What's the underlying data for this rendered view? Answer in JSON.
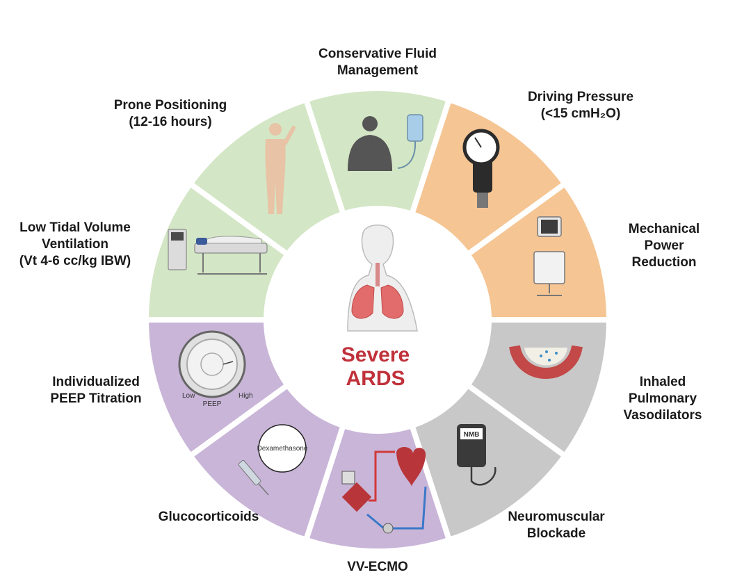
{
  "center": {
    "title_line1": "Severe",
    "title_line2": "ARDS"
  },
  "colors": {
    "green": "#d3e6c5",
    "orange": "#f5c594",
    "gray": "#c8c8c8",
    "purple": "#c9b5d8",
    "title_red": "#c0313a",
    "gap": "#ffffff"
  },
  "segments": [
    {
      "id": "conservative-fluid",
      "lines": [
        "Conservative Fluid",
        "Management"
      ],
      "color": "green",
      "icon": "person-iv-drip-icon"
    },
    {
      "id": "driving-pressure",
      "lines": [
        "Driving Pressure",
        "(<15 cmH₂O)"
      ],
      "color": "orange",
      "icon": "pressure-gauge-icon"
    },
    {
      "id": "mechanical-power",
      "lines": [
        "Mechanical",
        "Power",
        "Reduction"
      ],
      "color": "orange",
      "icon": "ventilator-machine-icon"
    },
    {
      "id": "inhaled-vasodilators",
      "lines": [
        "Inhaled",
        "Pulmonary",
        "Vasodilators"
      ],
      "color": "gray",
      "icon": "blood-vessel-icon"
    },
    {
      "id": "neuromuscular-blockade",
      "lines": [
        "Neuromuscular",
        "Blockade"
      ],
      "color": "gray",
      "icon": "nmb-iv-bag-icon"
    },
    {
      "id": "vv-ecmo",
      "lines": [
        "VV-ECMO"
      ],
      "color": "purple",
      "icon": "ecmo-circuit-icon"
    },
    {
      "id": "glucocorticoids",
      "lines": [
        "Glucocorticoids"
      ],
      "color": "purple",
      "icon": "syringe-icon",
      "icon_text": "Dexamethasone"
    },
    {
      "id": "peep-titration",
      "lines": [
        "Individualized",
        "PEEP Titration"
      ],
      "color": "purple",
      "icon": "peep-dial-icon",
      "dial": {
        "label": "PEEP",
        "low": "Low",
        "high": "High"
      }
    },
    {
      "id": "low-tidal-volume",
      "lines": [
        "Low Tidal Volume",
        "Ventilation",
        "(Vt 4-6 cc/kg IBW)"
      ],
      "color": "green",
      "icon": "patient-bed-ventilator-icon"
    },
    {
      "id": "prone-positioning",
      "lines": [
        "Prone Positioning",
        "(12-16 hours)"
      ],
      "color": "green",
      "icon": "standing-person-icon"
    }
  ]
}
